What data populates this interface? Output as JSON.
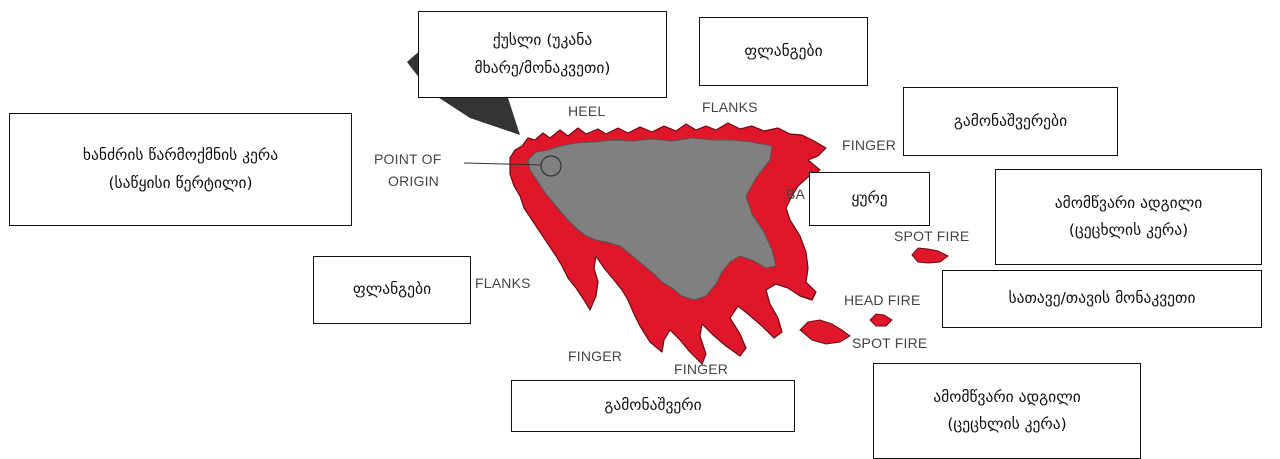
{
  "colors": {
    "fire": "#e0162b",
    "burned": "#808080",
    "edge": "#5a0a10",
    "arrow": "#333333"
  },
  "diagram_labels": {
    "heel": "HEEL",
    "flanks_top": "FLANKS",
    "finger_right": "FINGER",
    "point_of_origin_1": "POINT OF",
    "point_of_origin_2": "ORIGIN",
    "bay": "BA",
    "spot_fire_1": "SPOT FIRE",
    "flanks_left": "FLANKS",
    "head_fire": "HEAD FIRE",
    "spot_fire_2": "SPOT FIRE",
    "finger_bottom_1": "FINGER",
    "finger_bottom_2": "FINGER"
  },
  "translations": {
    "heel_1": "ქუსლი (უკანა",
    "heel_2": "მხარე/მონაკვეთი)",
    "flanks_top": "ფლანგები",
    "fingers_right": "გამონაშვერები",
    "origin_1": "ხანძრის წარმოქმნის კერა",
    "origin_2": "(საწყისი წერტილი)",
    "bay": "ყურე",
    "spot_fire_1a": "ამომწვარი ადგილი",
    "spot_fire_1b": "(ცეცხლის კერა)",
    "flanks_left": "ფლანგები",
    "head_fire": "სათავე/თავის მონაკვეთი",
    "finger_bottom": "გამონაშვერი",
    "spot_fire_2a": "ამომწვარი ადგილი",
    "spot_fire_2b": "(ცეცხლის კერა)"
  }
}
